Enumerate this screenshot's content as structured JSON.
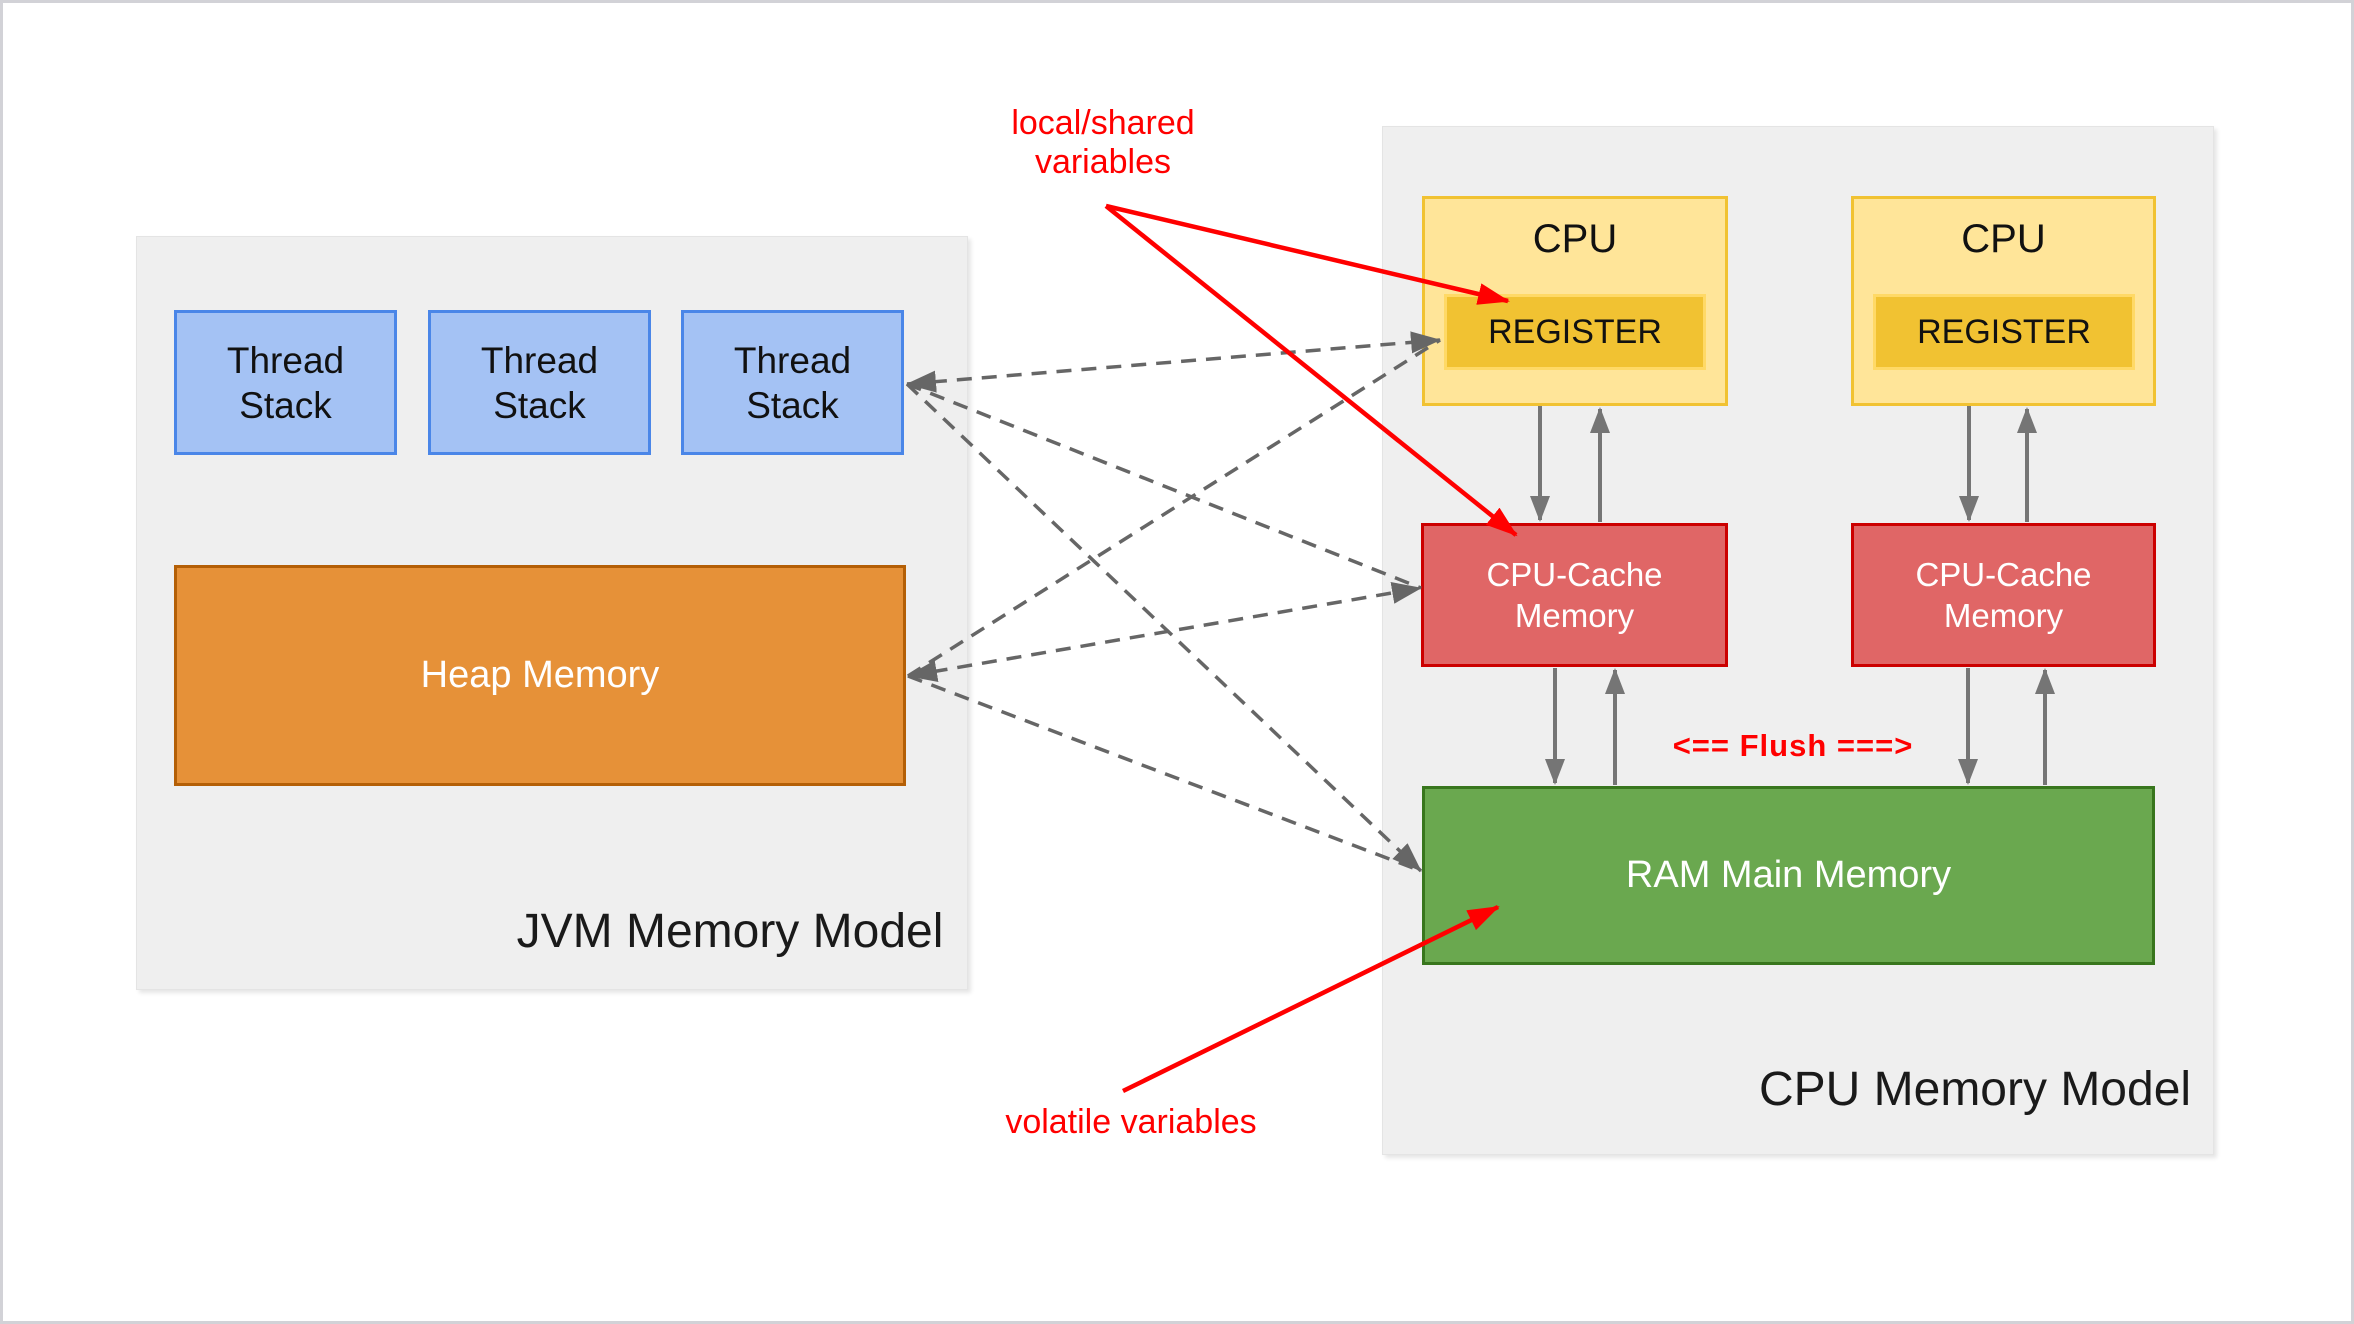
{
  "diagram": {
    "jvm": {
      "title": "JVM Memory Model",
      "thread_stacks": [
        "Thread\nStack",
        "Thread\nStack",
        "Thread\nStack"
      ],
      "heap_label": "Heap Memory"
    },
    "cpu": {
      "title": "CPU Memory Model",
      "cpus": [
        {
          "label": "CPU",
          "register_label": "REGISTER",
          "cache_label": "CPU-Cache\nMemory"
        },
        {
          "label": "CPU",
          "register_label": "REGISTER",
          "cache_label": "CPU-Cache\nMemory"
        }
      ],
      "ram_label": "RAM Main Memory",
      "flush_label": "<== Flush ===>"
    },
    "annotations": {
      "local_shared": "local/shared\nvariables",
      "volatile": "volatile variables"
    },
    "colors": {
      "panel_fill": "#efefef",
      "thread_fill": "#a4c2f4",
      "thread_border": "#4a86e8",
      "heap_fill": "#e69138",
      "heap_border": "#b45f06",
      "cpu_fill": "#ffe599",
      "cpu_border": "#f1c232",
      "register_fill": "#f1c232",
      "register_border": "#ffd966",
      "cache_fill": "#e06666",
      "cache_border": "#cc0000",
      "ram_fill": "#6aa84f",
      "ram_border": "#38761d",
      "annotation_red": "#ff0000",
      "arrow_gray": "#666666"
    }
  }
}
